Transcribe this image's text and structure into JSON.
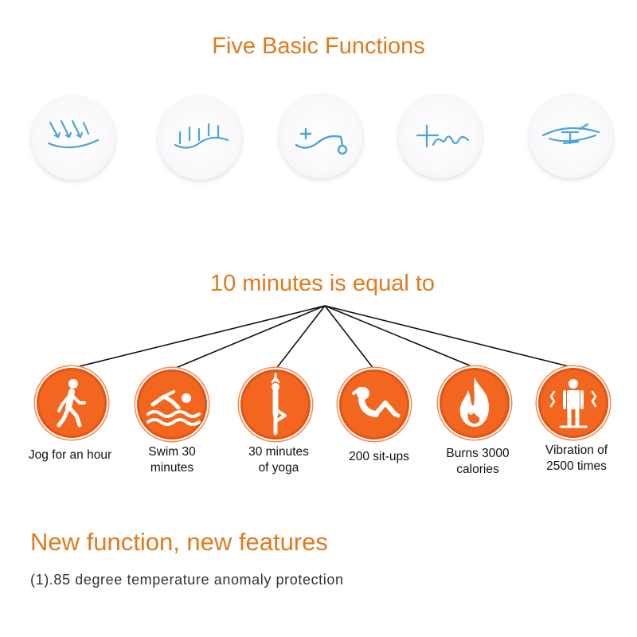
{
  "header": {
    "title": "Five Basic Functions"
  },
  "modes": [
    {
      "icon": "wave-arrows-icon"
    },
    {
      "icon": "vertical-wave-icon"
    },
    {
      "icon": "plus-wave-icon"
    },
    {
      "icon": "curve-wave-icon"
    },
    {
      "icon": "eye-wave-icon"
    }
  ],
  "equivalence": {
    "title": "10 minutes is equal to"
  },
  "exercises": [
    {
      "label": "Jog for an hour",
      "icon": "walking-person-icon"
    },
    {
      "label": "Swim 30\nminutes",
      "icon": "swimmer-icon"
    },
    {
      "label": "30 minutes\nof yoga",
      "icon": "yoga-pose-icon"
    },
    {
      "label": "200 sit-ups",
      "icon": "sit-up-icon"
    },
    {
      "label": "Burns 3000\ncalories",
      "icon": "flame-icon"
    },
    {
      "label": "Vibration of\n2500 times",
      "icon": "vibrating-person-icon"
    }
  ],
  "features": {
    "title": "New function, new features",
    "items": [
      "(1).85 degree temperature anomaly protection"
    ]
  },
  "colors": {
    "accent": "#e07a1c",
    "circle_orange": "#f2661f",
    "line_blue": "#4aa3dc"
  }
}
